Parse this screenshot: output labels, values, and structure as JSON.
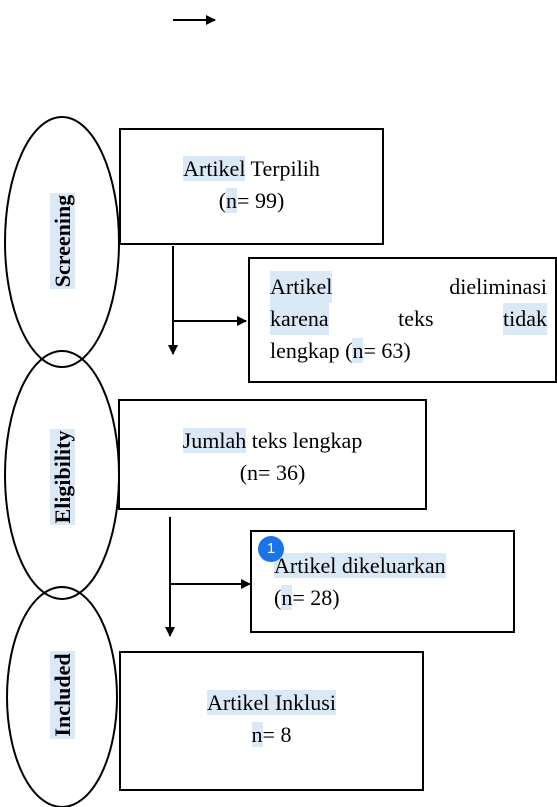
{
  "stages": {
    "screening": "Screening",
    "eligibility": "Eligibility",
    "included": "Included"
  },
  "boxes": {
    "selected": {
      "word": "Artikel",
      "rest": "Terpilih",
      "n_prefix": "(",
      "n": "n",
      "n_value": "= 99)"
    },
    "eliminated": {
      "line1_a": "Artikel",
      "line1_b": "dieliminasi",
      "line2_a": "karena",
      "line2_b": "teks",
      "line2_c": "tidak",
      "line3_a": "lengkap (",
      "line3_n": "n",
      "line3_b": "= 63)"
    },
    "fulltext": {
      "word": "Jumlah",
      "rest": "teks lengkap",
      "n_line": "(n= 36)"
    },
    "excluded": {
      "line1": "Artikel dikeluarkan",
      "line2_a": "(",
      "line2_n": "n",
      "line2_b": "= 28)"
    },
    "included": {
      "line1": "Artikel Inklusi",
      "line2_n": "n",
      "line2_b": "= 8"
    }
  },
  "badge": {
    "label": "1"
  }
}
